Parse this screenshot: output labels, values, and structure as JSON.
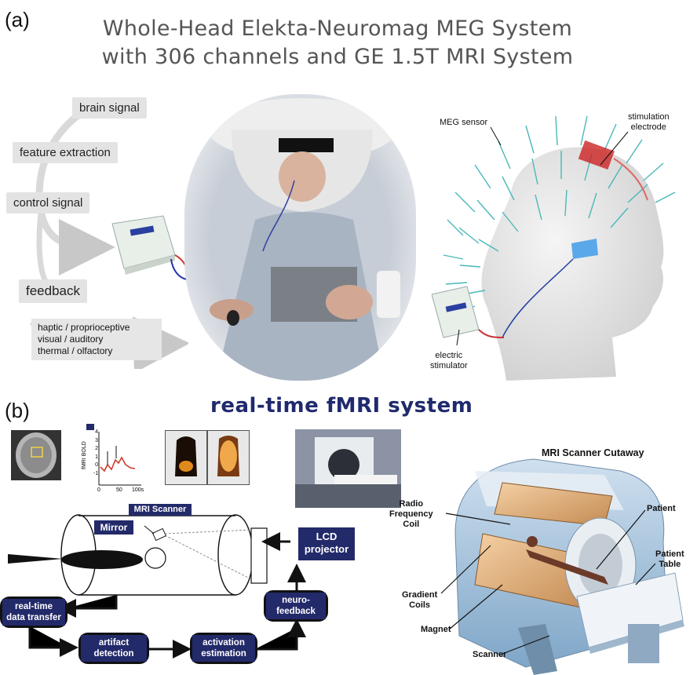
{
  "panel_a": {
    "letter": "(a)",
    "title_line1": "Whole-Head Elekta-Neuromag MEG System",
    "title_line2": "with 306 channels and GE 1.5T MRI System",
    "loop": {
      "brain_signal": "brain signal",
      "feature_extraction": "feature extraction",
      "control_signal": "control signal",
      "feedback": "feedback",
      "modalities": "haptic / proprioceptive\nvisual / auditory\nthermal / olfactory"
    },
    "head_labels": {
      "meg_sensor": "MEG sensor",
      "stimulation_electrode": "stimulation\nelectrode",
      "electric_stimulator": "electric\nstimulator"
    }
  },
  "panel_b": {
    "letter": "(b)",
    "title": "real-time fMRI system",
    "bold_plot": {
      "ylabel": "fMRI BOLD",
      "yticks": [
        "4",
        "3",
        "2",
        "1",
        "0",
        "-1"
      ],
      "xticks": [
        "0",
        "50",
        "100s"
      ]
    },
    "pipeline": {
      "mri_scanner": "MRI Scanner",
      "mirror": "Mirror",
      "lcd_projector": "LCD\nprojector",
      "real_time_transfer": "real-time\ndata transfer",
      "artifact_detection": "artifact\ndetection",
      "activation_estimation": "activation\nestimation",
      "neuro_feedback": "neuro-\nfeedback"
    },
    "cutaway": {
      "title": "MRI Scanner Cutaway",
      "radio_frequency_coil": "Radio\nFrequency\nCoil",
      "patient": "Patient",
      "patient_table": "Patient\nTable",
      "gradient_coils": "Gradient\nCoils",
      "magnet": "Magnet",
      "scanner": "Scanner"
    }
  }
}
